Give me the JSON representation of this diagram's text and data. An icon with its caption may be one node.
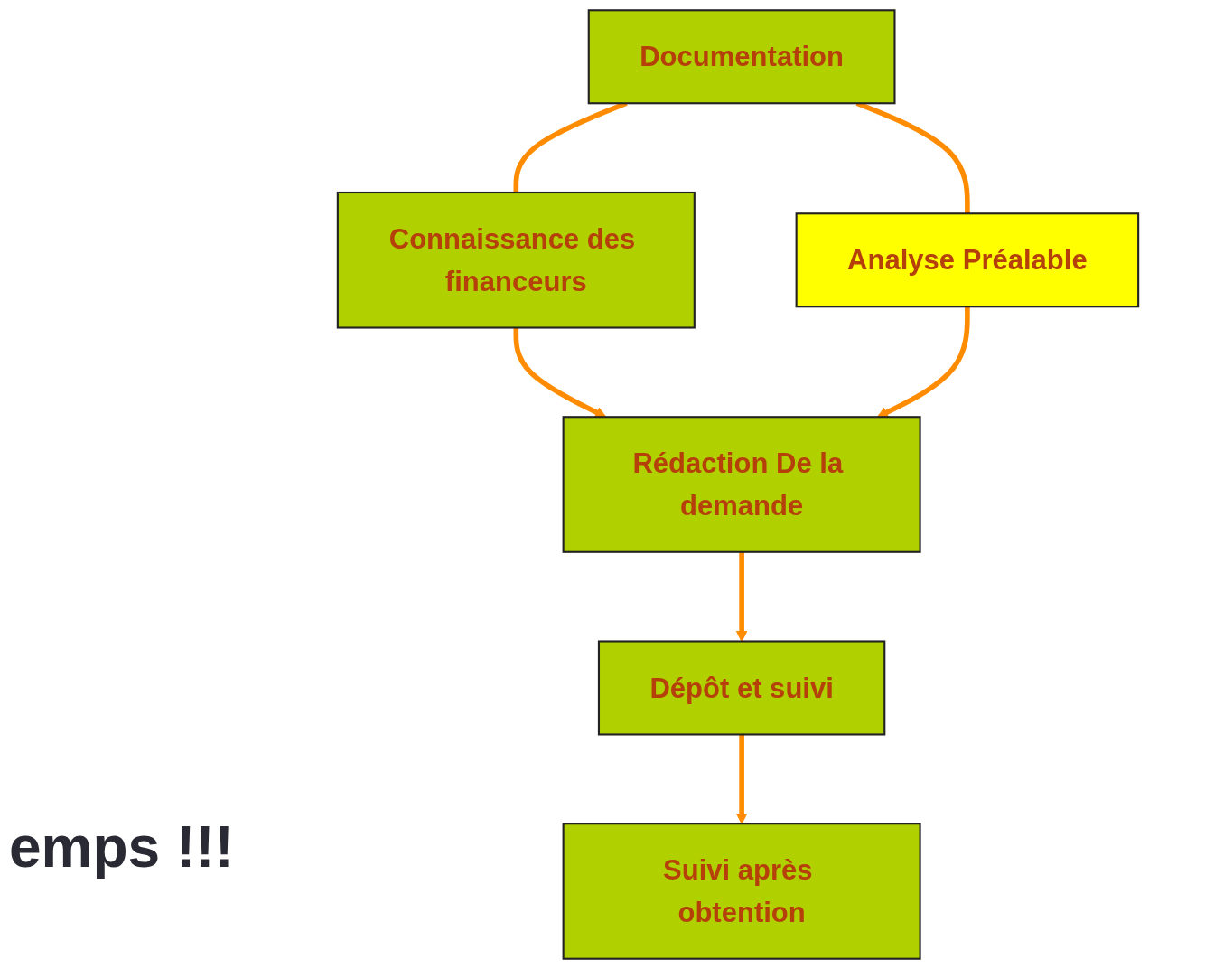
{
  "diagram": {
    "nodes": [
      {
        "text": [
          "Documentation"
        ]
      },
      {
        "text": [
          "Connaissance des financeurs"
        ]
      },
      {
        "text": [
          "Analyse Préalable"
        ]
      },
      {
        "text": [
          "Rédaction De la demande"
        ]
      },
      {
        "text": [
          "Dépôt et suivi"
        ]
      },
      {
        "text": [
          "Suivi après obtention"
        ]
      }
    ],
    "edges": [
      {
        "from": 0,
        "to": 1,
        "arrow": "none"
      },
      {
        "from": 0,
        "to": 2,
        "arrow": "none"
      },
      {
        "from": 1,
        "to": 3,
        "arrow": "to"
      },
      {
        "from": 2,
        "to": 3,
        "arrow": "to"
      },
      {
        "from": 3,
        "to": 4,
        "arrow": "to"
      },
      {
        "from": 4,
        "to": 5,
        "arrow": "to"
      }
    ],
    "labels": [
      "emps !!!"
    ]
  }
}
